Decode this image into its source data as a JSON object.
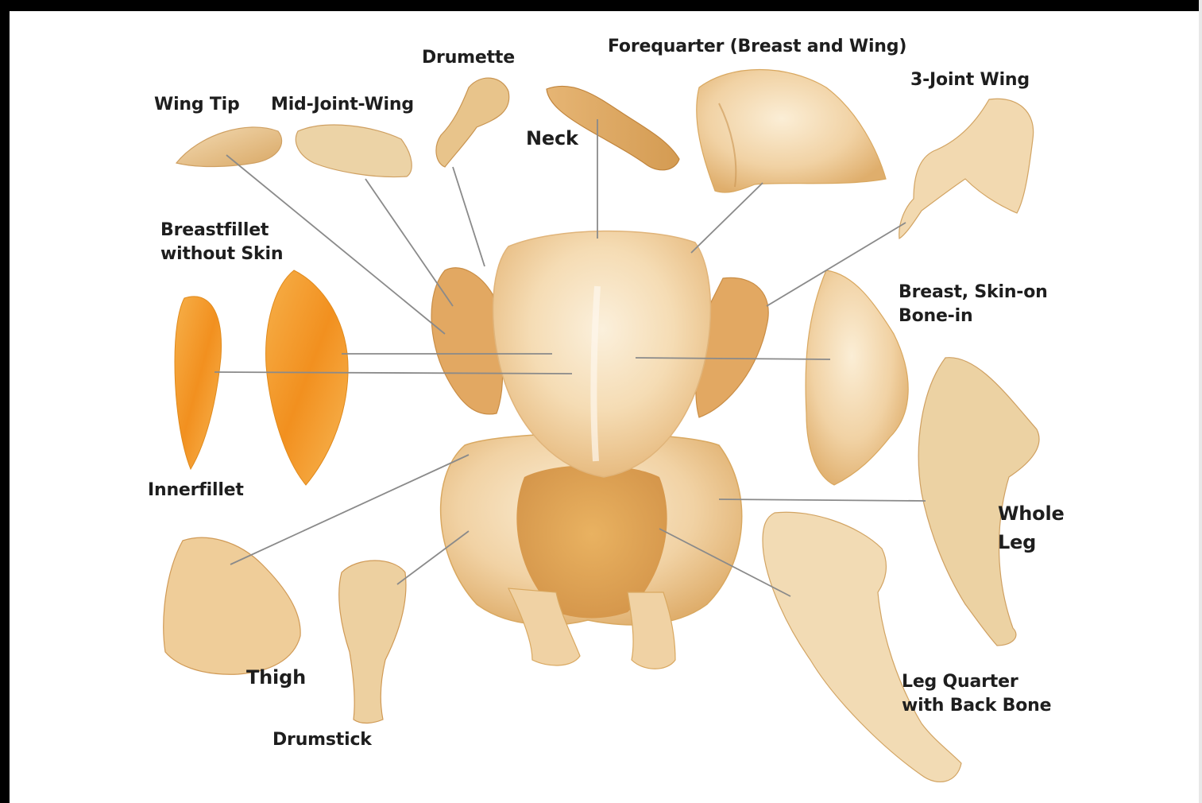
{
  "labels": {
    "drumette": "Drumette",
    "forequarter": "Forequarter (Breast and Wing)",
    "three_joint_wing": "3-Joint Wing",
    "wing_tip": "Wing Tip",
    "mid_joint_wing": "Mid-Joint-Wing",
    "neck": "Neck",
    "breastfillet_line1": "Breastfillet",
    "breastfillet_line2": "without Skin",
    "breast_skin_on_line1": "Breast, Skin-on",
    "breast_skin_on_line2": "Bone-in",
    "innerfillet": "Innerfillet",
    "whole_leg_line1": "Whole",
    "whole_leg_line2": "Leg",
    "thigh": "Thigh",
    "drumstick": "Drumstick",
    "leg_quarter_line1": "Leg Quarter",
    "leg_quarter_line2": "with Back Bone"
  },
  "colors": {
    "frame": "#000000",
    "background": "#ffffff",
    "label_text": "#1e1e1e",
    "leader_line": "#8a8a8a",
    "skin_light": "#f7e3c3",
    "skin_mid": "#eec79a",
    "skin_dark": "#d9a25e",
    "fillet_orange": "#f39a2c"
  }
}
